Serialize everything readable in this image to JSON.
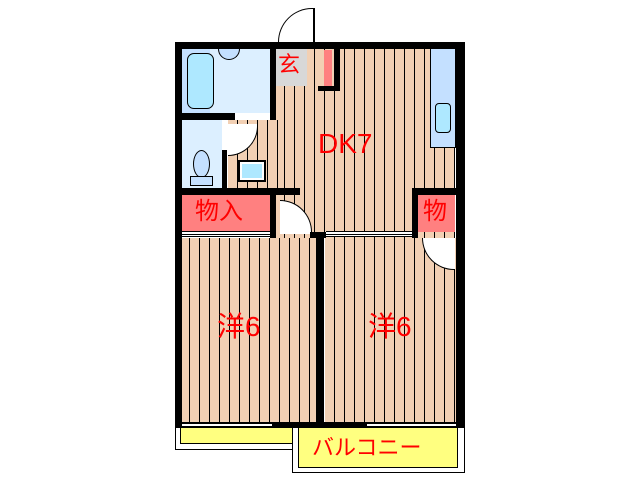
{
  "floorplan": {
    "rooms": {
      "entrance": "玄",
      "dk": "DK7",
      "closet_left": "物入",
      "closet_right": "物",
      "western_left": "洋6",
      "western_right": "洋6",
      "balcony": "バルコニー"
    },
    "colors": {
      "wall": "#000000",
      "floor": "#f2d0b4",
      "bath": "#dcefff",
      "fixture": "#aee8ff",
      "closet": "#ff8080",
      "balcony": "#ffff80",
      "label": "#ff0000",
      "entrance_floor": "#d8d8d8"
    }
  }
}
